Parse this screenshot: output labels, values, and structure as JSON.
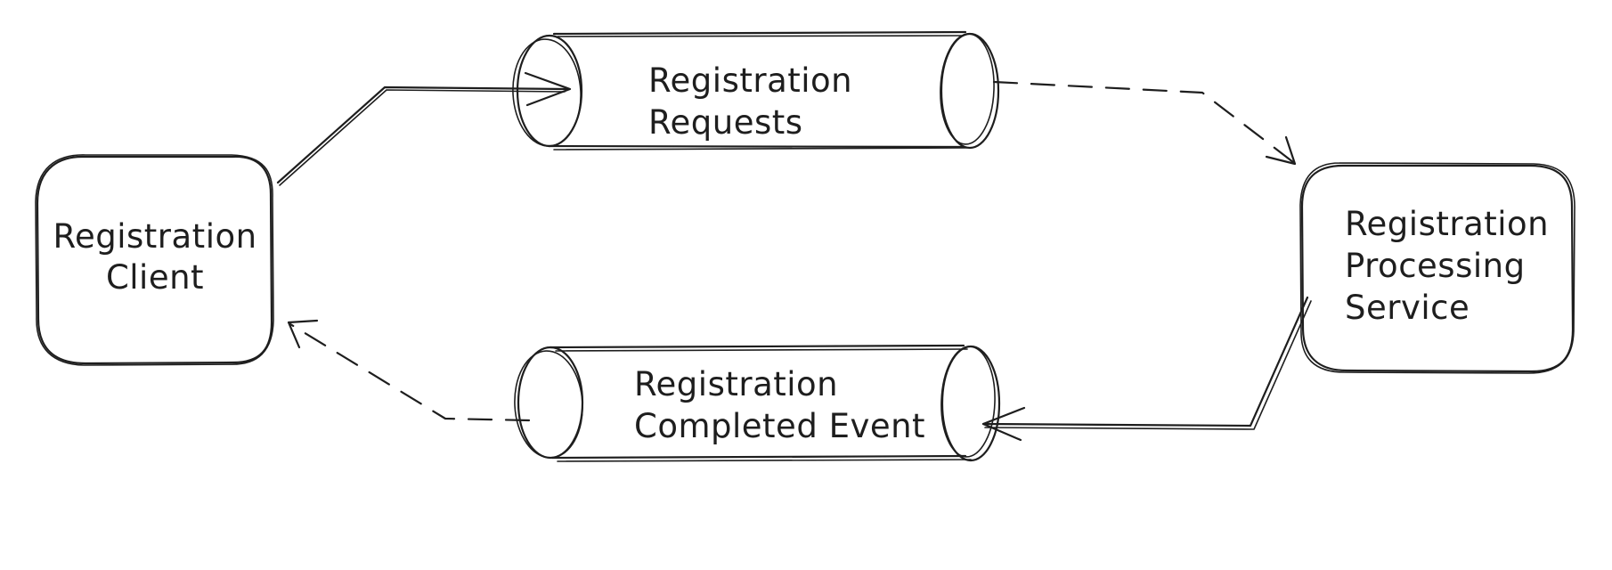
{
  "diagram": {
    "nodes": {
      "client": {
        "lines": [
          "Registration",
          "Client"
        ]
      },
      "requests": {
        "lines": [
          "Registration",
          "Requests"
        ]
      },
      "processing": {
        "lines": [
          "Registration",
          "Processing",
          "Service"
        ]
      },
      "completed": {
        "lines": [
          "Registration",
          "Completed Event"
        ]
      }
    },
    "edges": [
      {
        "from": "client",
        "to": "requests",
        "style": "solid"
      },
      {
        "from": "requests",
        "to": "processing",
        "style": "dashed"
      },
      {
        "from": "processing",
        "to": "completed",
        "style": "solid"
      },
      {
        "from": "completed",
        "to": "client",
        "style": "dashed"
      }
    ]
  }
}
